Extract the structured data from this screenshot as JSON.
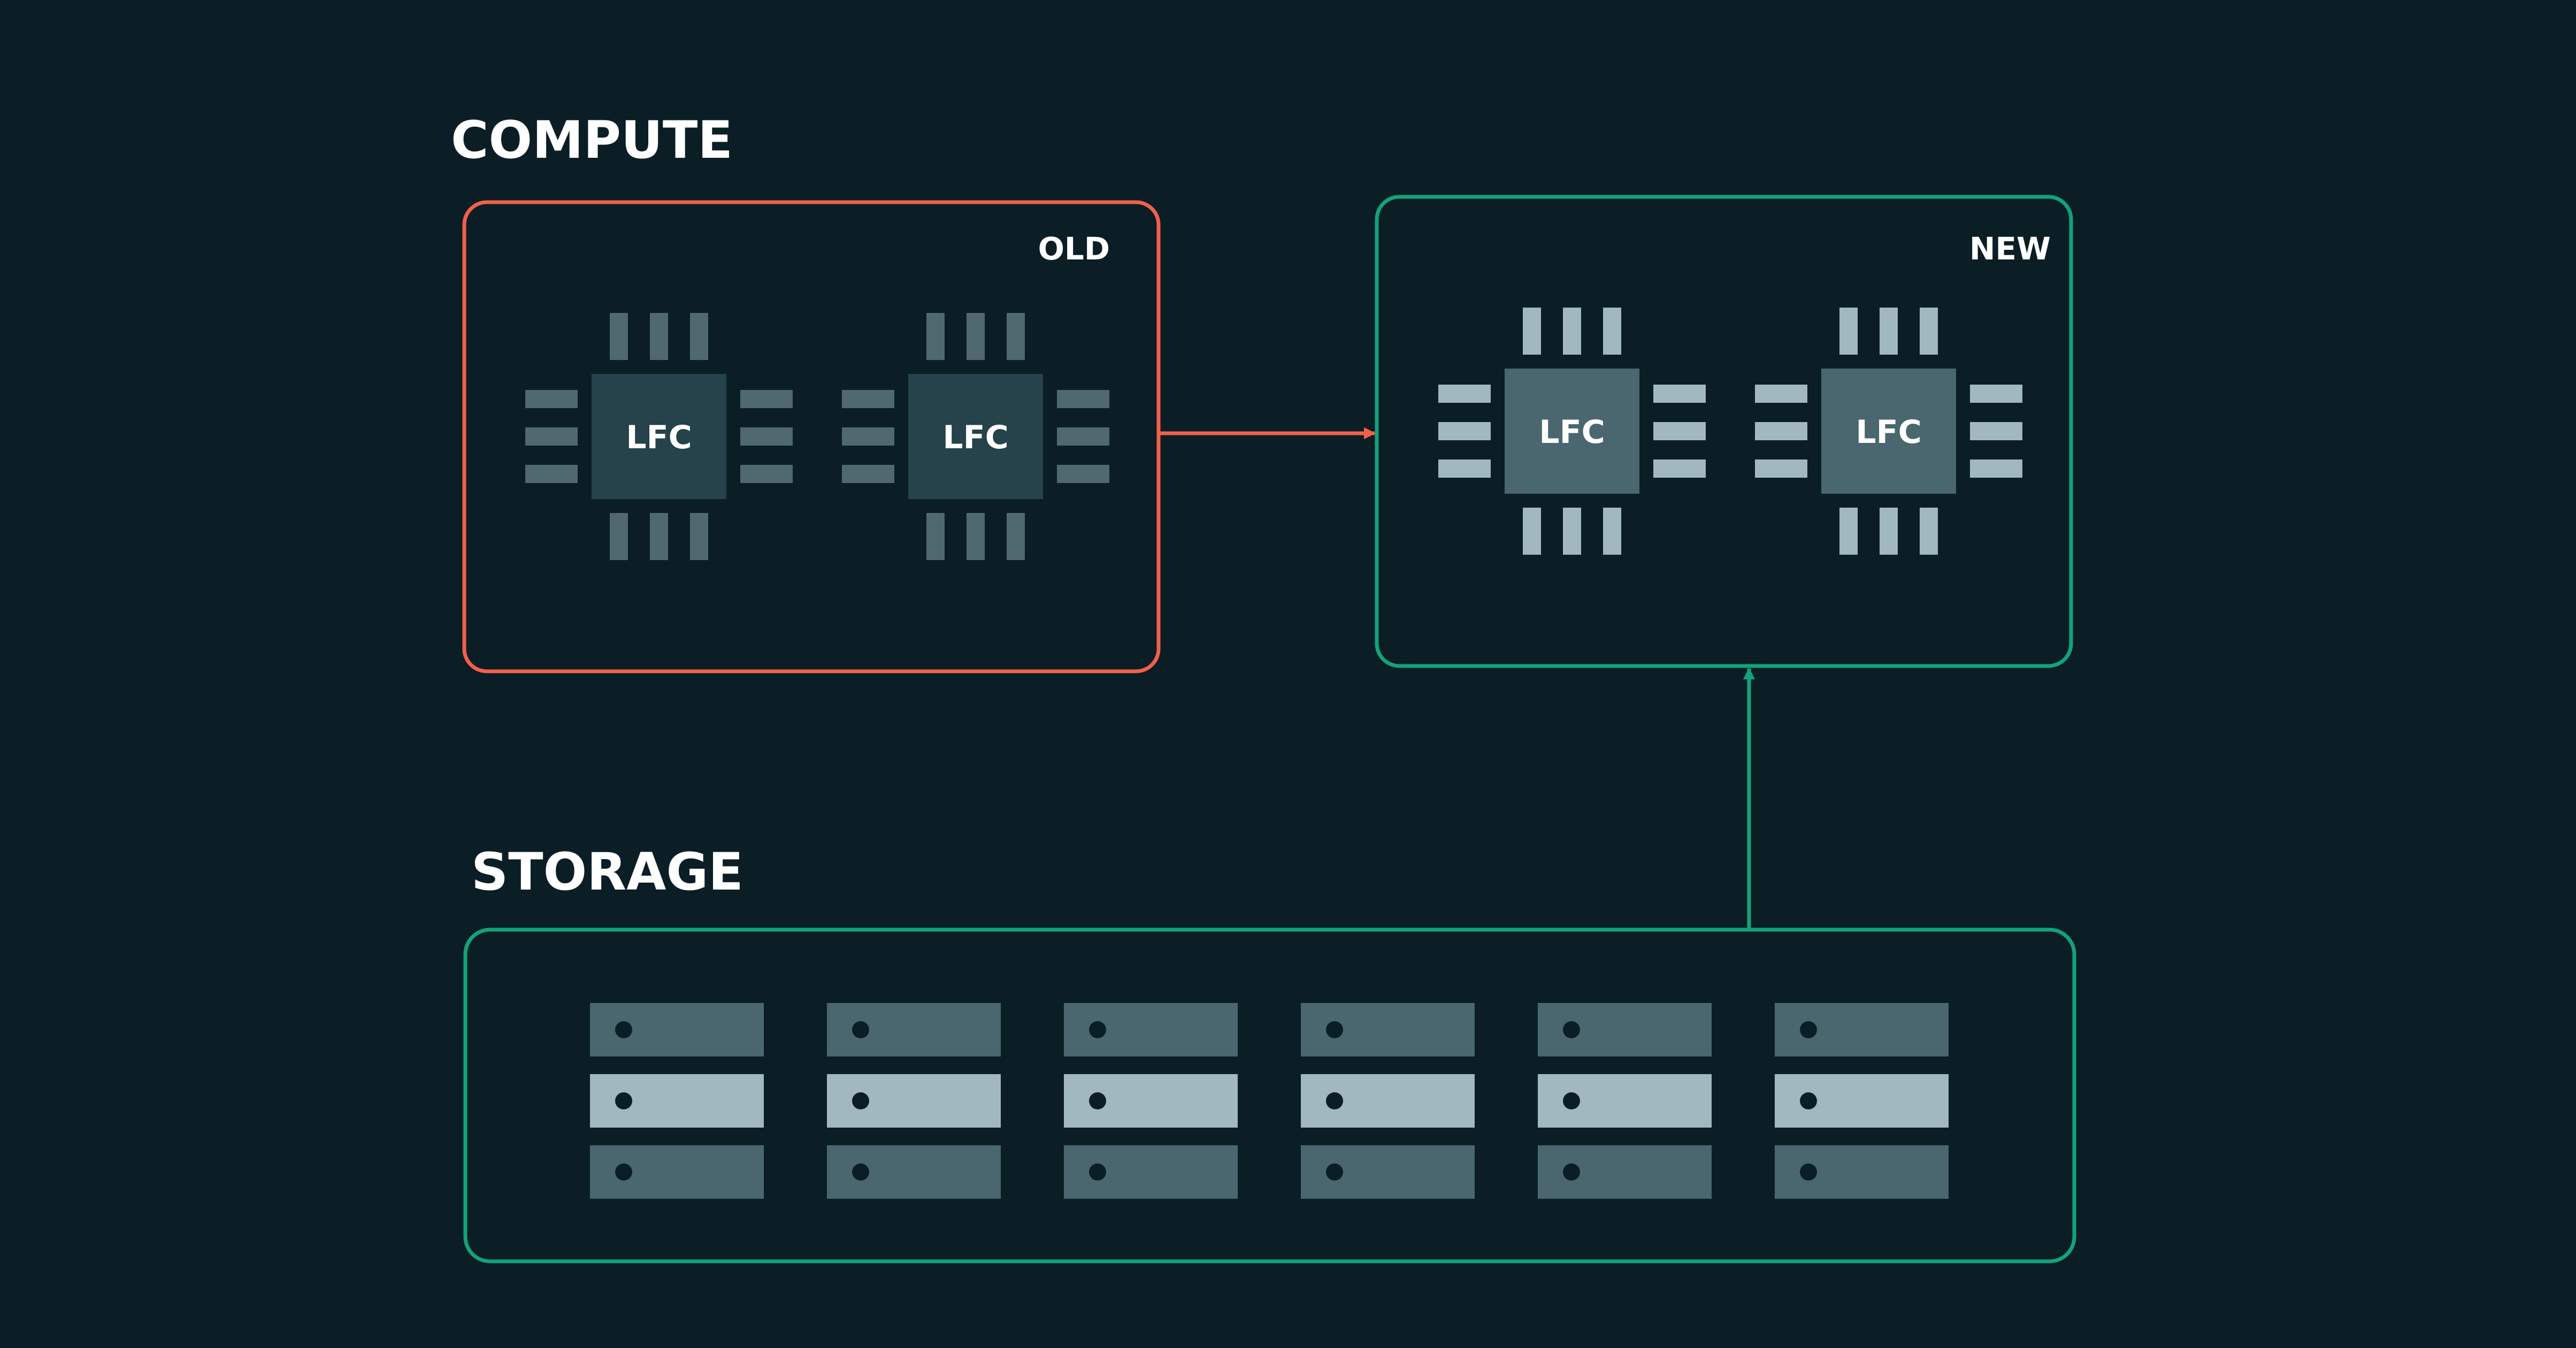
{
  "compute": {
    "title": "COMPUTE",
    "old": {
      "label": "OLD",
      "chips": [
        {
          "label": "LFC"
        },
        {
          "label": "LFC"
        }
      ]
    },
    "new": {
      "label": "NEW",
      "chips": [
        {
          "label": "LFC"
        },
        {
          "label": "LFC"
        }
      ]
    }
  },
  "storage": {
    "title": "STORAGE",
    "server_columns": 6,
    "rows_per_server": 3
  },
  "colors": {
    "background": "#0b1e26",
    "old_accent": "#f2604a",
    "new_accent": "#11a37a",
    "old_chip_body": "#26424a",
    "old_chip_pin": "#506870",
    "new_chip_body": "#4a6770",
    "new_chip_pin": "#a1b8bf",
    "server_dark": "#4a6770",
    "server_light": "#a1b8bf",
    "server_dot": "#0b1e26"
  }
}
